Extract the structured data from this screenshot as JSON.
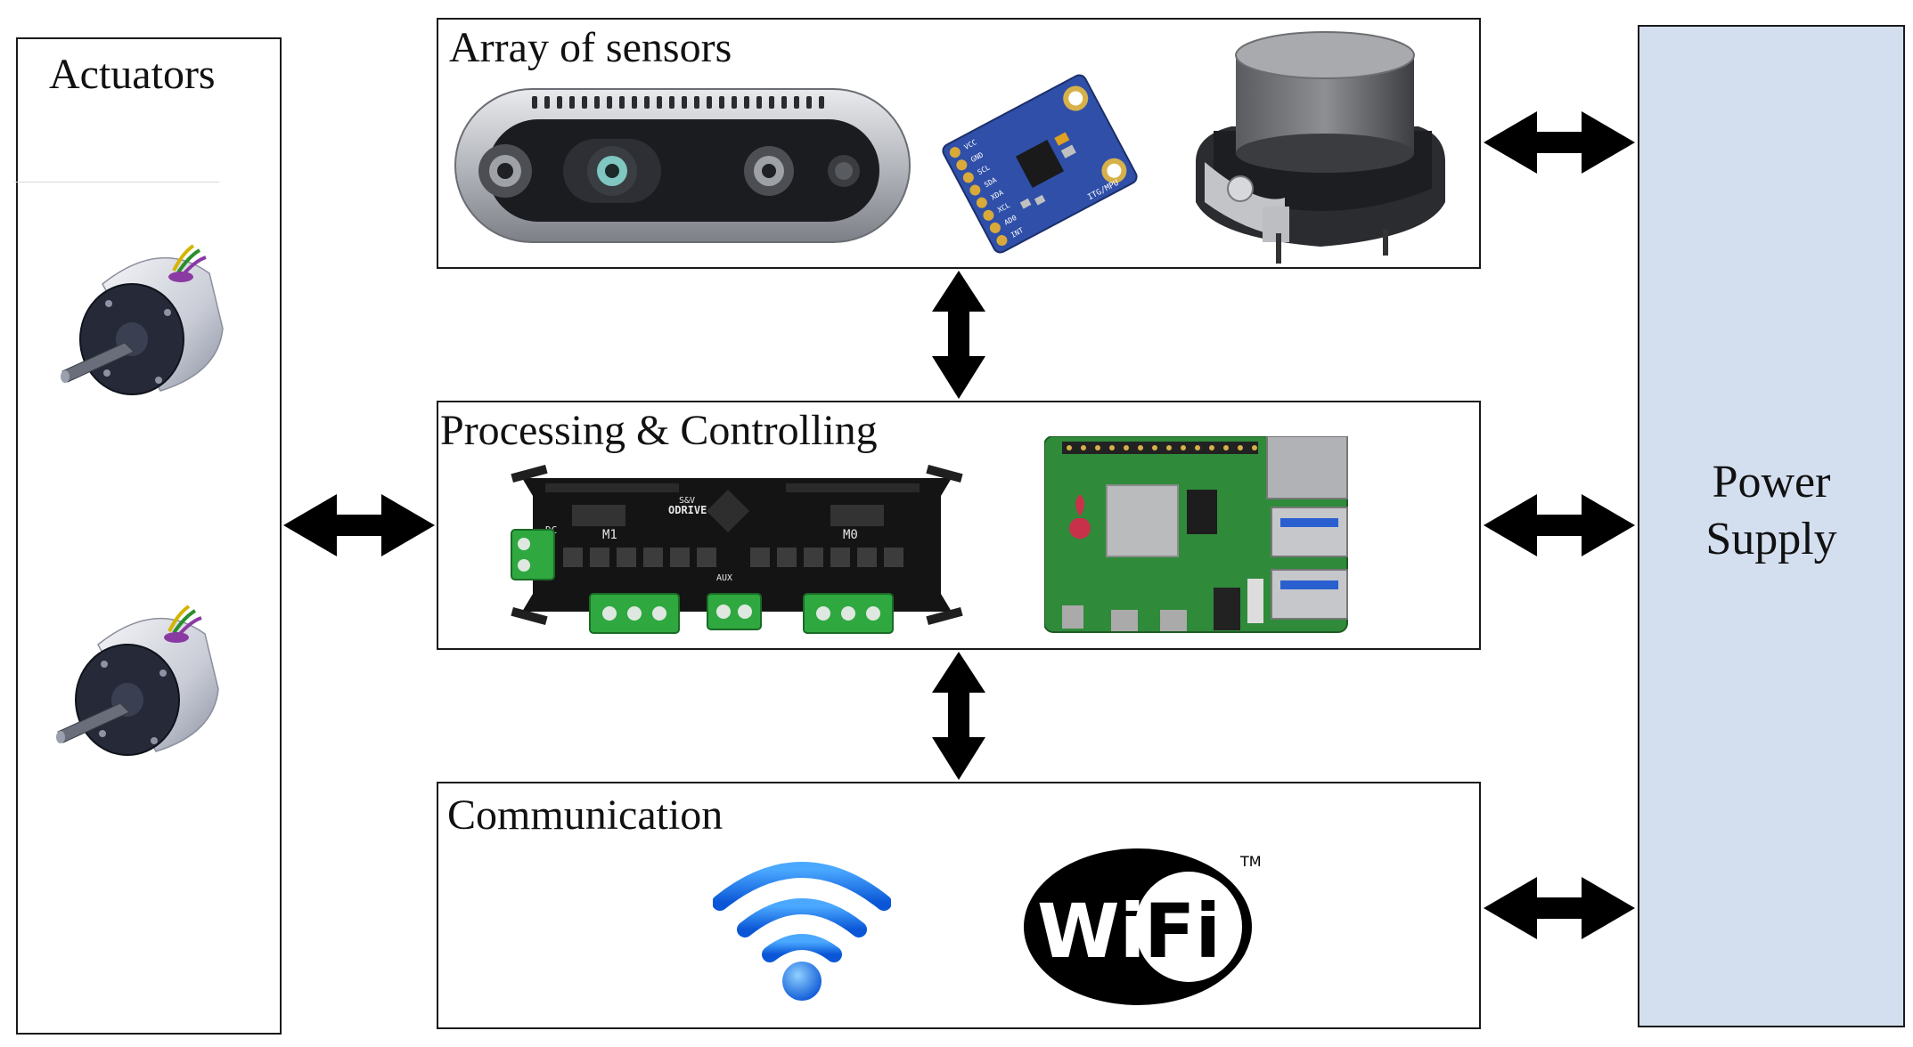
{
  "colors": {
    "power_fill": "#d3dfef",
    "arrow": "#000000",
    "border": "#1a1a1a"
  },
  "actuators": {
    "title": "Actuators"
  },
  "sensors": {
    "title": "Array of sensors",
    "imu_pins": [
      "VCC",
      "GND",
      "SCL",
      "SDA",
      "XDA",
      "XCL",
      "AD0",
      "INT"
    ],
    "imu_label": "ITG/MPU"
  },
  "processing": {
    "title": "Processing & Controlling",
    "odrive_lines": [
      "S&V",
      "ODRIVE"
    ],
    "odrive_motor_labels": [
      "M1",
      "M0"
    ],
    "odrive_dc": "DC",
    "odrive_aux": "AUX"
  },
  "communication": {
    "title": "Communication",
    "wifi_logo": [
      "Wi",
      "Fi"
    ],
    "wifi_tm": "TM"
  },
  "power": {
    "lines": [
      "Power",
      "Supply"
    ]
  }
}
